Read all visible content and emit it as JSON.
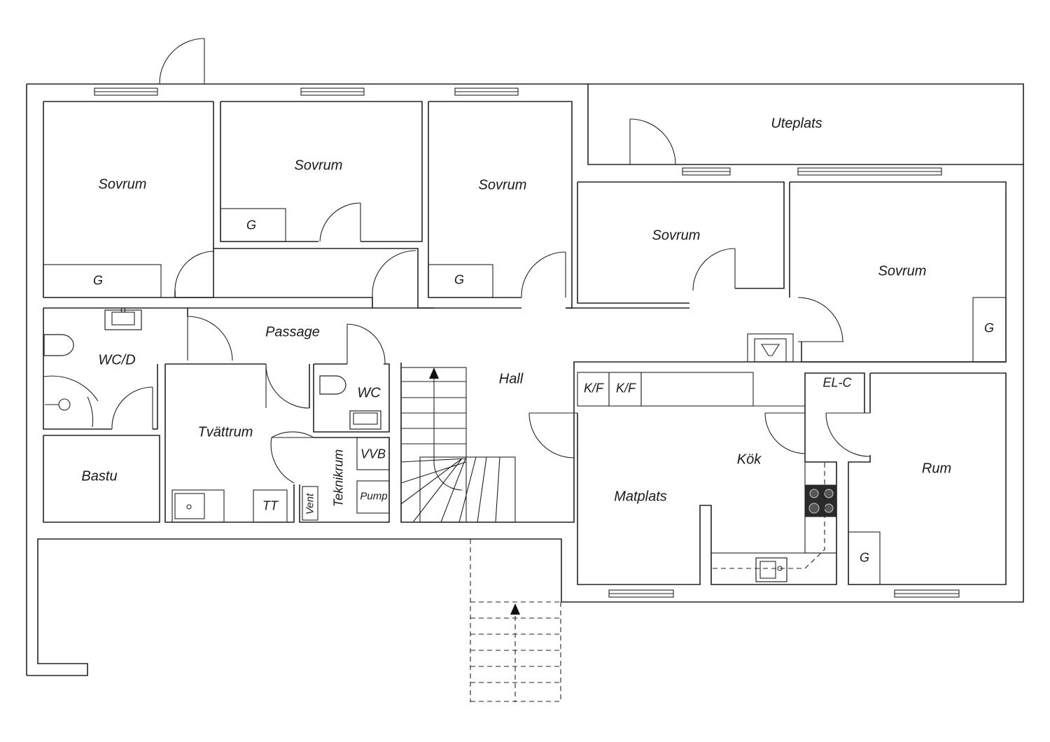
{
  "rooms": {
    "sovrum_1": "Sovrum",
    "sovrum_2": "Sovrum",
    "sovrum_3": "Sovrum",
    "sovrum_4": "Sovrum",
    "sovrum_5": "Sovrum",
    "uteplats": "Uteplats",
    "passage": "Passage",
    "wc_d": "WC/D",
    "wc": "WC",
    "hall": "Hall",
    "tvattrum": "Tvättrum",
    "bastu": "Bastu",
    "teknikrum": "Teknikrum",
    "kok": "Kök",
    "matplats": "Matplats",
    "rum": "Rum"
  },
  "fixtures": {
    "g_1": "G",
    "g_2": "G",
    "g_3": "G",
    "g_4": "G",
    "g_5": "G",
    "kf_1": "K/F",
    "kf_2": "K/F",
    "el_c": "EL-C",
    "vvb": "VVB",
    "pump": "Pump",
    "vent": "Vent",
    "tt": "TT"
  },
  "arrows": {
    "stair_up": "up-arrow",
    "entry_up": "up-arrow"
  }
}
